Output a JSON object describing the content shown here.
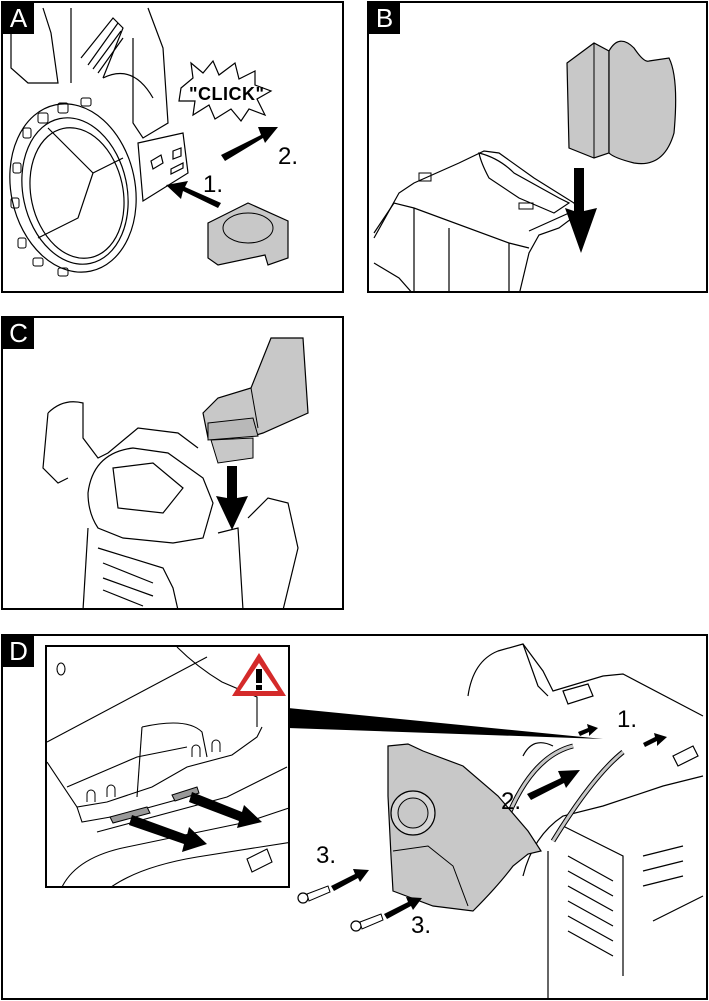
{
  "panels": {
    "A": {
      "tag": "A",
      "click_text": "\"CLICK\"",
      "steps": [
        "1.",
        "2."
      ]
    },
    "B": {
      "tag": "B"
    },
    "C": {
      "tag": "C"
    },
    "D": {
      "tag": "D",
      "warning_icon": "warning-triangle-icon",
      "steps": [
        "1.",
        "2.",
        "3.",
        "3."
      ]
    }
  },
  "colors": {
    "part_fill": "#c8c8c8",
    "warning_red": "#d42a2a",
    "ink": "#000000"
  }
}
